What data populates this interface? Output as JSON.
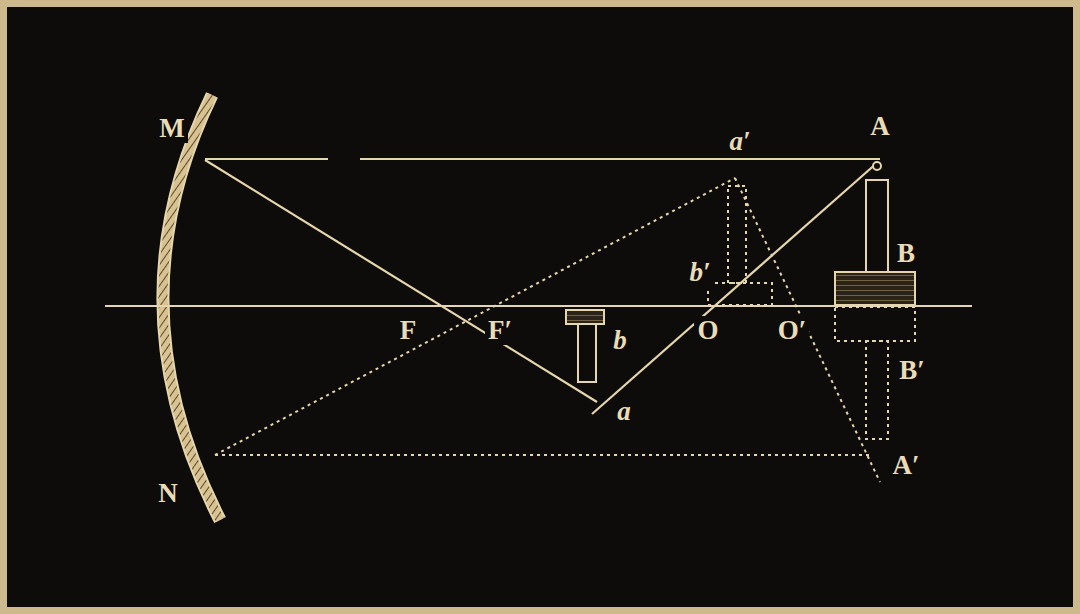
{
  "diagram": {
    "labels": [
      "M",
      "a′",
      "A",
      "b′",
      "B",
      "F",
      "F′",
      "b",
      "O",
      "O′",
      "B′",
      "a",
      "N",
      "A′"
    ]
  }
}
